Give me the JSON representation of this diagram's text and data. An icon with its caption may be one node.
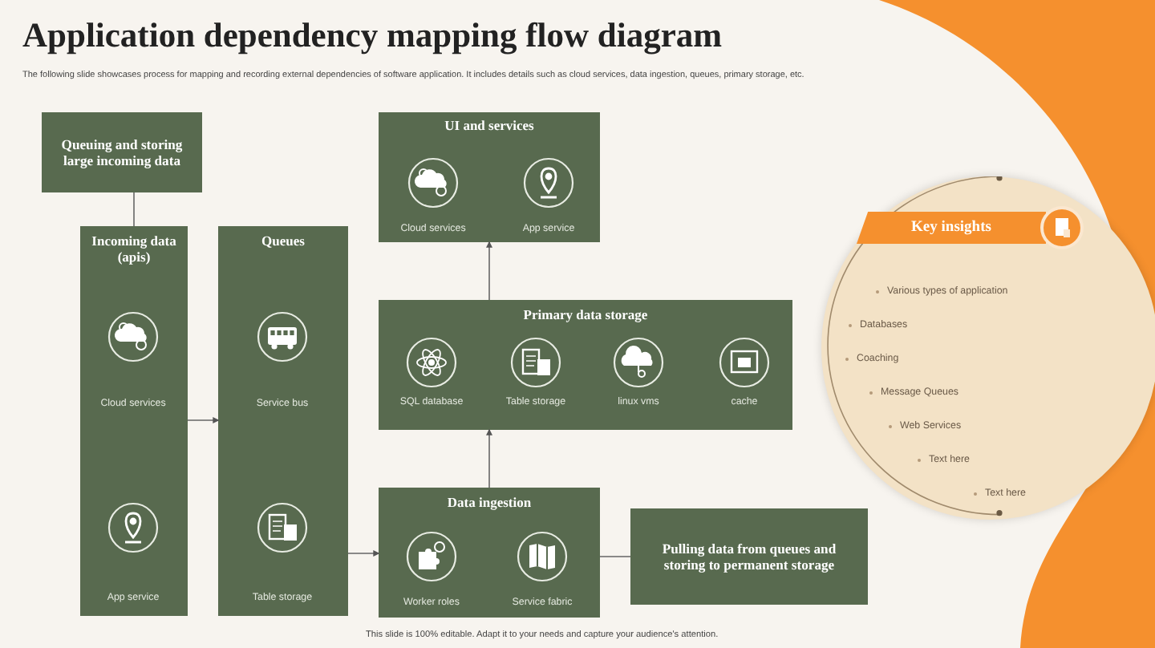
{
  "diagram": {
    "title": "Application dependency mapping flow diagram",
    "nodes": [
      {
        "text": [
          "Queuing and storing large incoming data"
        ]
      },
      {
        "text": [
          "Incoming data (apis)"
        ]
      },
      {
        "text": [
          "Cloud services"
        ],
        "in": 1
      },
      {
        "text": [
          "App service"
        ],
        "in": 1
      },
      {
        "text": [
          "Queues"
        ]
      },
      {
        "text": [
          "Service bus"
        ],
        "in": 4
      },
      {
        "text": [
          "Table storage"
        ],
        "in": 4
      },
      {
        "text": [
          "UI and services"
        ]
      },
      {
        "text": [
          "Cloud services"
        ],
        "in": 7
      },
      {
        "text": [
          "App service"
        ],
        "in": 7
      },
      {
        "text": [
          "Primary data storage"
        ]
      },
      {
        "text": [
          "SQL database"
        ],
        "in": 10
      },
      {
        "text": [
          "Table storage"
        ],
        "in": 10
      },
      {
        "text": [
          "linux vms"
        ],
        "in": 10
      },
      {
        "text": [
          "cache"
        ],
        "in": 10
      },
      {
        "text": [
          "Data ingestion"
        ]
      },
      {
        "text": [
          "Worker roles"
        ],
        "in": 15
      },
      {
        "text": [
          "Service fabric"
        ],
        "in": 15
      },
      {
        "text": [
          "Pulling data from queues and storing to permanent storage"
        ]
      },
      {
        "text": [
          "Key insights",
          "Various types of application",
          "Databases",
          "Coaching",
          "Message Queues",
          "Web Services",
          "Text here",
          "Text here"
        ]
      }
    ],
    "edges": [
      {
        "from": 0,
        "to": 1,
        "arrow": "none"
      },
      {
        "from": 1,
        "to": 4,
        "arrow": "to"
      },
      {
        "from": 4,
        "to": 15,
        "arrow": "to"
      },
      {
        "from": 15,
        "to": 10,
        "arrow": "to"
      },
      {
        "from": 10,
        "to": 7,
        "arrow": "to"
      },
      {
        "from": 18,
        "to": 15,
        "arrow": "none"
      }
    ],
    "labels": [
      "The following slide showcases process for mapping and recording external dependencies of software application. It includes details such as cloud services, data ingestion, queues, primary storage, etc.",
      "This slide is 100% editable. Adapt it to your needs and capture your audience's attention."
    ]
  }
}
